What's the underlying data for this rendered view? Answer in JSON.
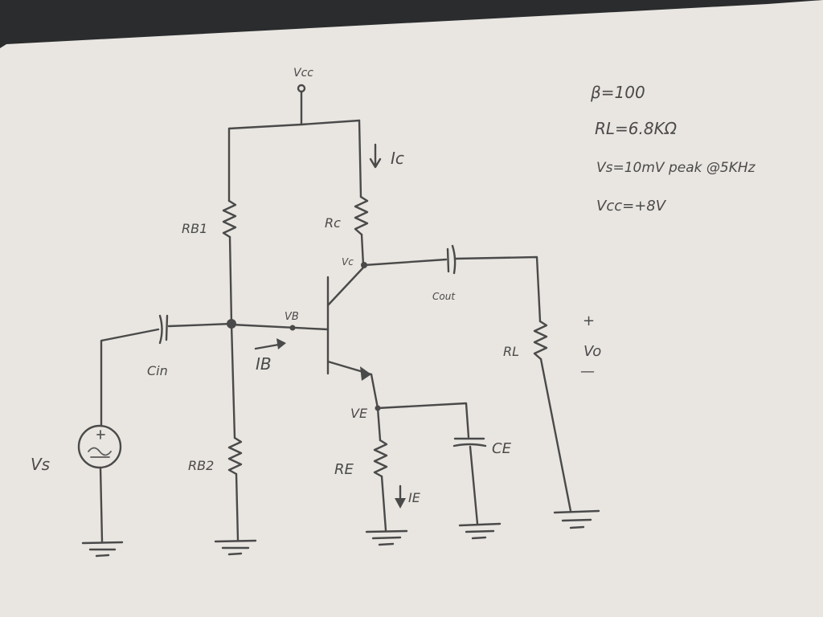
{
  "diagram": {
    "labels": {
      "vcc": "Vcc",
      "ic": "Ic",
      "rb1": "RB1",
      "rc": "Rc",
      "vc": "Vc",
      "cout": "Cout",
      "vb": "VB",
      "cin": "Cin",
      "ib": "IB",
      "ve": "VE",
      "re": "RE",
      "ie": "IE",
      "ce": "CE",
      "rb2": "RB2",
      "rl": "RL",
      "vs": "Vs",
      "vo": "Vo",
      "plus": "+",
      "minus": "—"
    },
    "params": {
      "beta": "β=100",
      "rl": "RL=6.8KΩ",
      "vs": "Vs=10mV peak @5KHz",
      "vcc": "Vcc=+8V"
    }
  }
}
